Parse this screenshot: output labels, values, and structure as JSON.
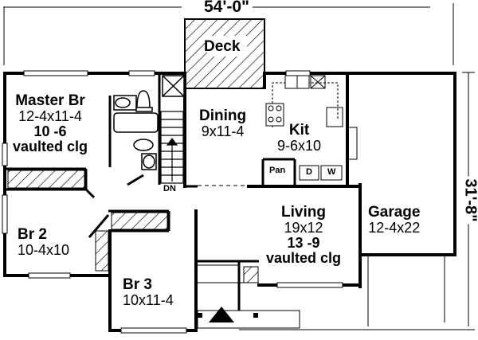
{
  "plan": {
    "overall_width": "54'-0\"",
    "overall_depth": "31'-8\"",
    "rooms": [
      {
        "id": "deck",
        "name": "Deck",
        "size": "",
        "ceiling": ""
      },
      {
        "id": "master",
        "name": "Master Br",
        "size": "12-4x11-4",
        "ceiling_height": "10 -6",
        "ceiling": "vaulted clg"
      },
      {
        "id": "dining",
        "name": "Dining",
        "size": "9x11-4",
        "ceiling": ""
      },
      {
        "id": "kit",
        "name": "Kit",
        "size": "9-6x10",
        "ceiling": ""
      },
      {
        "id": "living",
        "name": "Living",
        "size": "19x12",
        "ceiling_height": "13 -9",
        "ceiling": "vaulted clg"
      },
      {
        "id": "garage",
        "name": "Garage",
        "size": "12-4x22",
        "ceiling": ""
      },
      {
        "id": "br2",
        "name": "Br 2",
        "size": "10-4x10",
        "ceiling": ""
      },
      {
        "id": "br3",
        "name": "Br 3",
        "size": "10x11-4",
        "ceiling": ""
      }
    ],
    "fixtures": {
      "pantry": "Pan",
      "dryer": "D",
      "washer": "W",
      "stairs": "DN"
    },
    "icons": [
      "entry-triangle-icon",
      "stair-arrow-icon",
      "toilet-icon",
      "tub-icon",
      "range-icon",
      "sink-icon"
    ]
  }
}
